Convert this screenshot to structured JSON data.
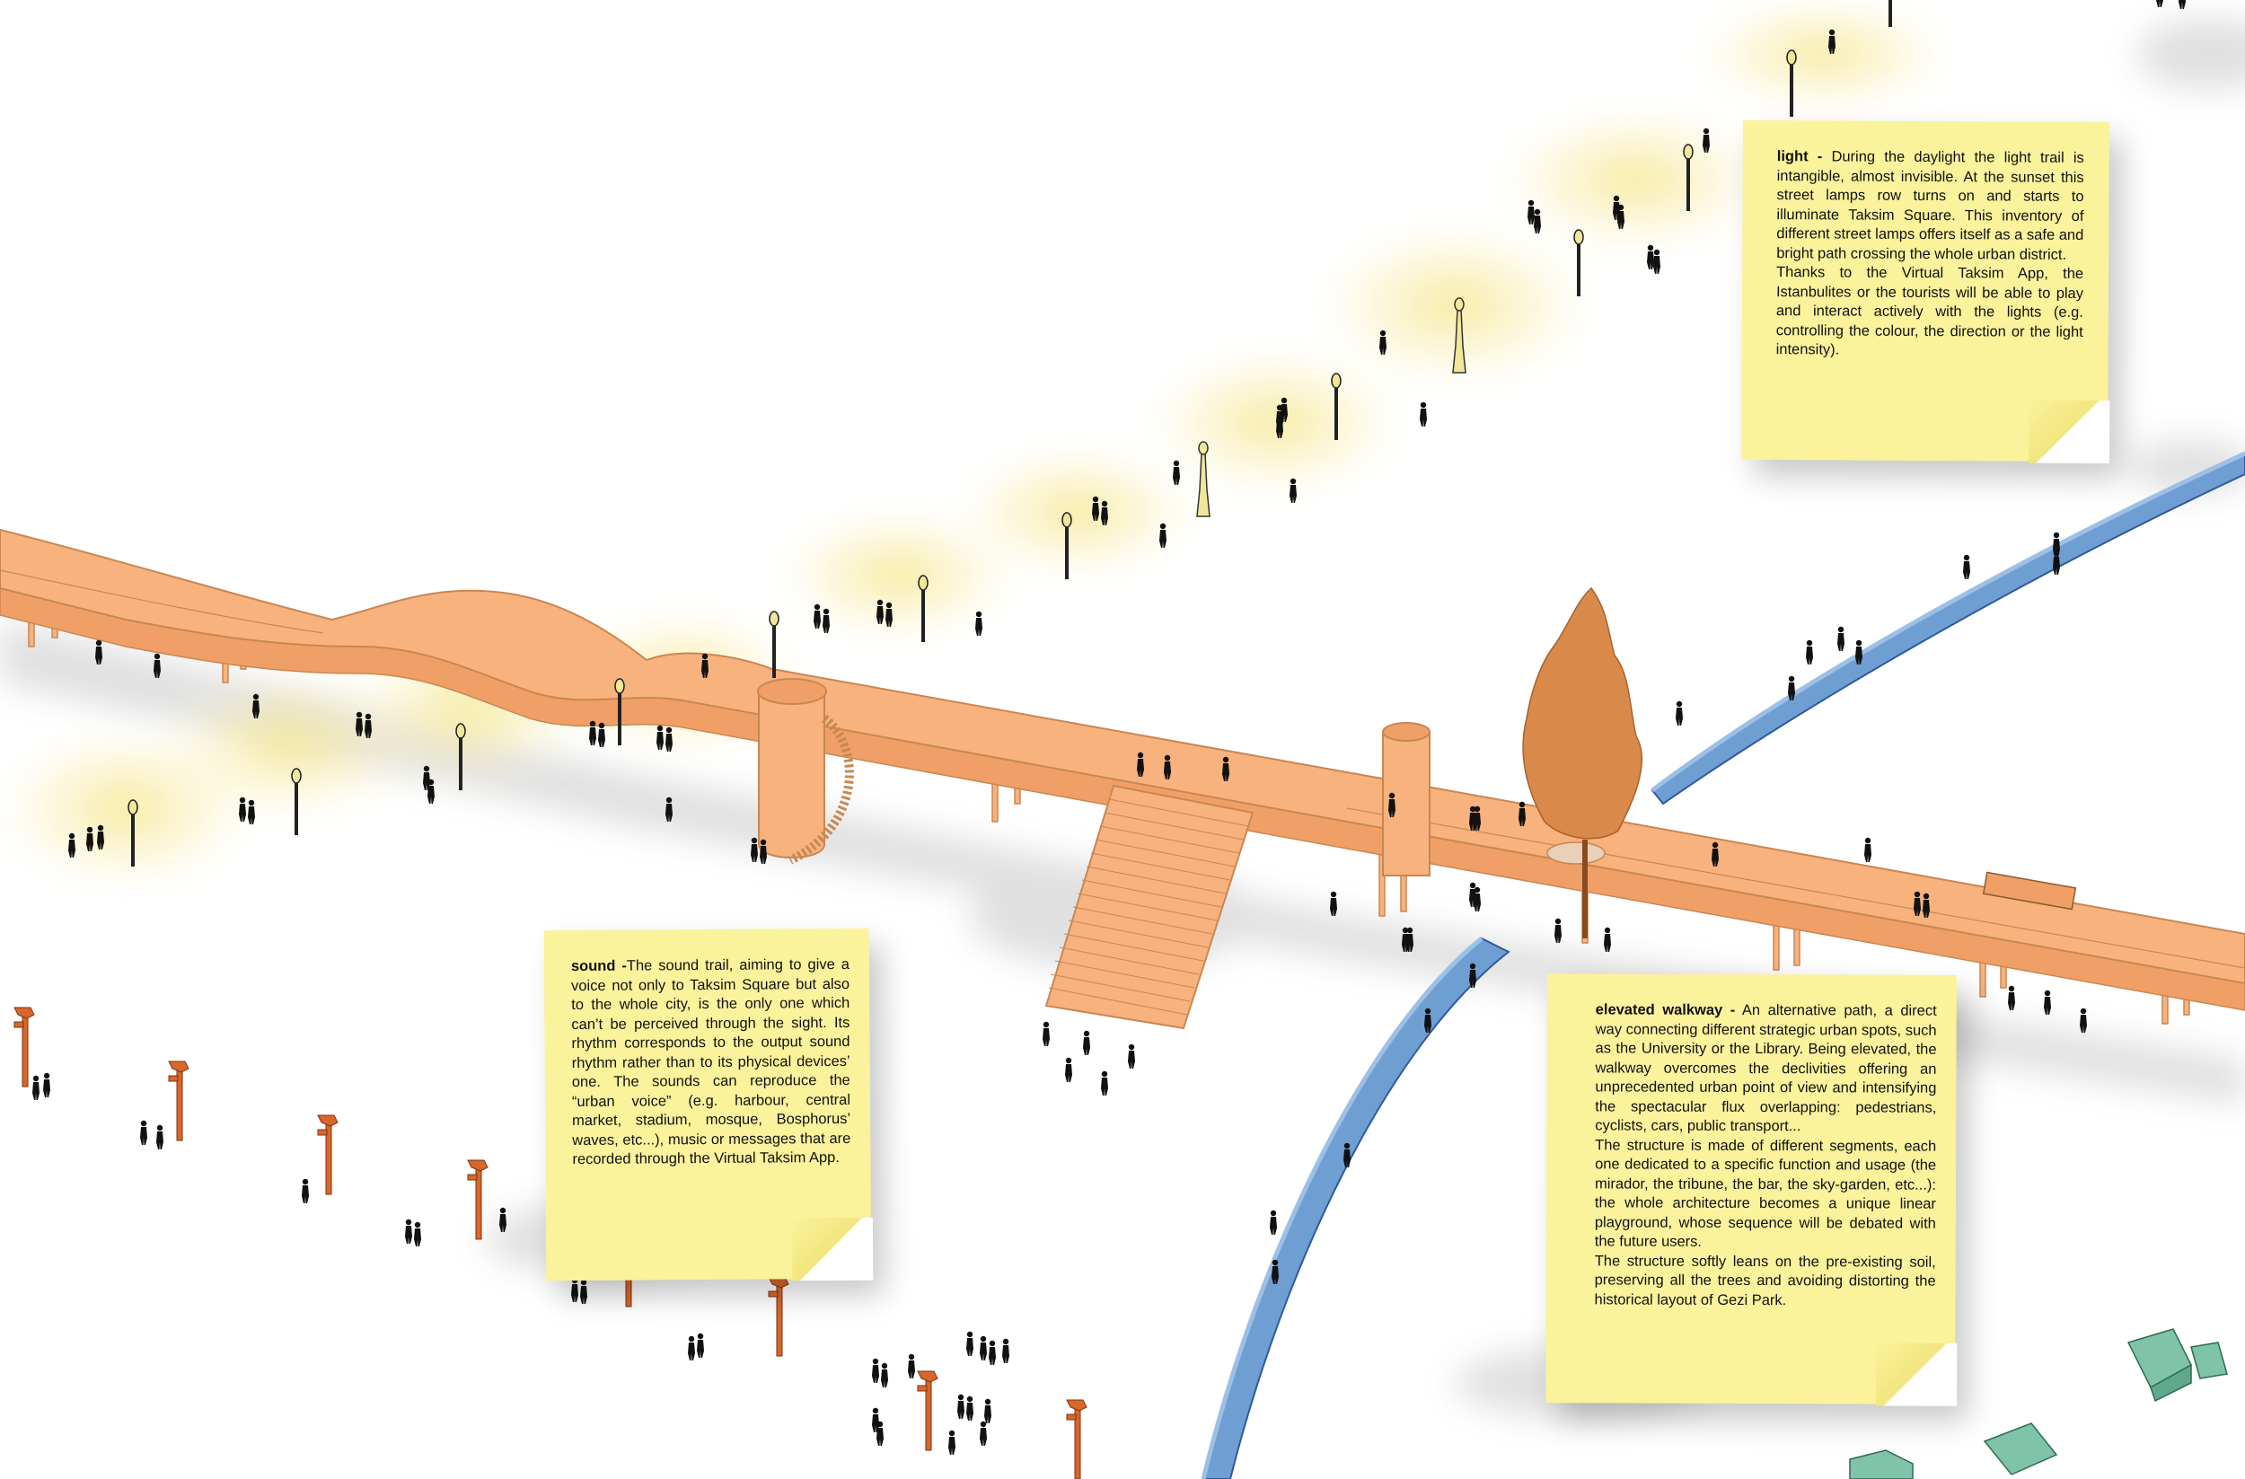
{
  "colors": {
    "walkway": "#f7b27d",
    "walkway_edge": "#c98752",
    "blue_ramp": "#6f9ed3",
    "blue_edge": "#2f5a9a",
    "tree": "#d98a4a",
    "sound_post": "#d9662a",
    "lamp": "#f1e79a",
    "note": "#fbf29c",
    "block": "#7fc4a8"
  },
  "notes": {
    "light": {
      "title": "light -",
      "body": " During the daylight the light trail is intangible, almost invisible. At the sunset this street lamps row turns on and starts to illuminate Taksim Square. This inventory of different street lamps offers itself as a safe and bright path crossing the whole urban district.",
      "body2": "Thanks to the Virtual Taksim App, the Istanbulites or the tourists will be able to play and interact actively with the lights (e.g. controlling the colour, the direction or the light intensity)."
    },
    "sound": {
      "title": "sound -",
      "body": "The sound trail, aiming to give a voice not only to Taksim Square but also to the whole city, is the only one which can’t be perceived through the sight. Its rhythm corresponds to the output sound rhythm rather than to its physical devices’ one. The sounds can reproduce the “urban voice” (e.g. harbour, central market, stadium, mosque, Bosphorus’ waves, etc...), music or messages that are recorded through the Virtual Taksim App."
    },
    "walkway": {
      "title": "elevated walkway -",
      "body": " An alternative path, a direct way connecting different strategic urban spots, such as the University or the Library. Being elevated, the walkway overcomes the declivities offering an unprecedented urban point of view and intensifying the spectacular flux overlapping: pedestrians, cyclists, cars, public transport...",
      "body2": "The structure is made of different segments, each one dedicated to a specific function and usage (the mirador, the tribune, the bar, the sky-garden, etc...): the whole architecture becomes a unique linear playground, whose sequence will be debated with the future users.",
      "body3": "The structure softly leans on the pre-existing soil, preserving all the trees and avoiding distorting the historical layout of Gezi Park."
    }
  }
}
